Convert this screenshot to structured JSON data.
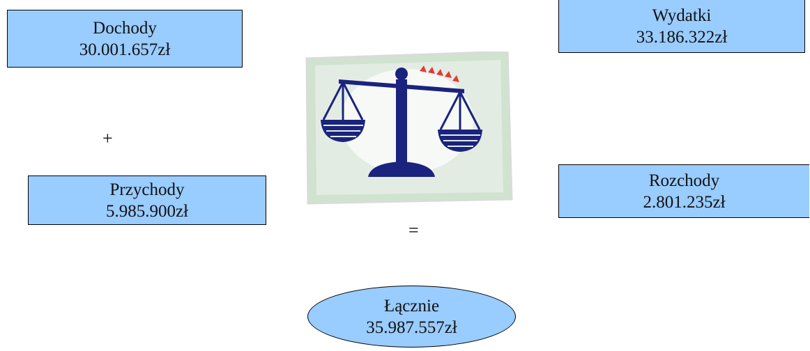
{
  "boxes": {
    "dochody": {
      "label": "Dochody",
      "amount": "30.001.657zł"
    },
    "przychody": {
      "label": "Przychody",
      "amount": "5.985.900zł"
    },
    "wydatki": {
      "label": "Wydatki",
      "amount": "33.186.322zł"
    },
    "rozchody": {
      "label": "Rozchody",
      "amount": "2.801.235zł"
    }
  },
  "operators": {
    "plus": "+",
    "equals": "="
  },
  "total": {
    "label": "Łącznie",
    "amount": "35.987.557zł"
  },
  "colors": {
    "box_fill": "#99ccff",
    "scale_navy": "#1a237e",
    "picture_frame": "#cfe3cf",
    "accent_red": "#e53935"
  },
  "icons": {
    "center_picture": "balance-scale-icon"
  }
}
